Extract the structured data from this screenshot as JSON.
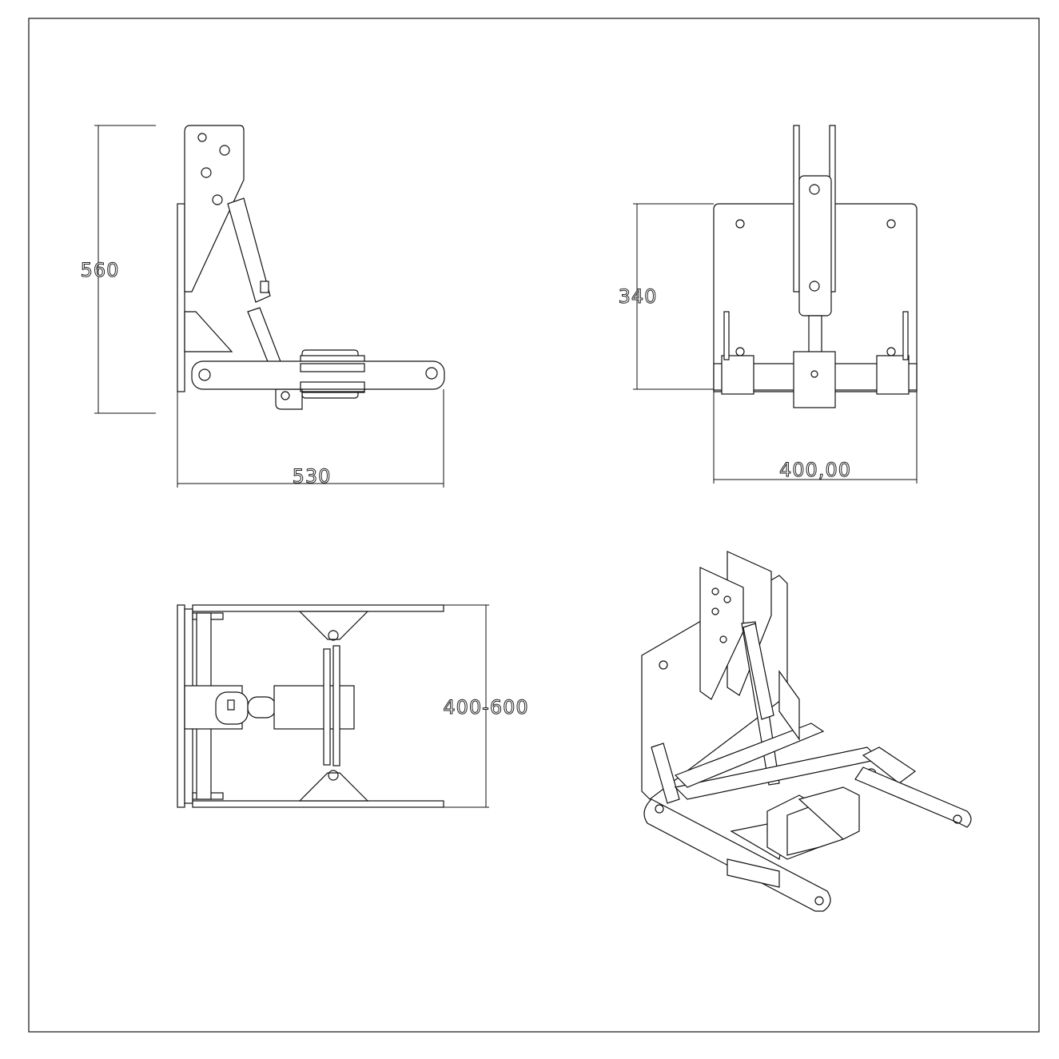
{
  "drawing": {
    "side_view": {
      "height_label": "560",
      "width_label": "530"
    },
    "front_view": {
      "height_label": "340",
      "width_label": "400,00"
    },
    "top_view": {
      "width_range_label": "400-600"
    },
    "isometric_view": {}
  }
}
